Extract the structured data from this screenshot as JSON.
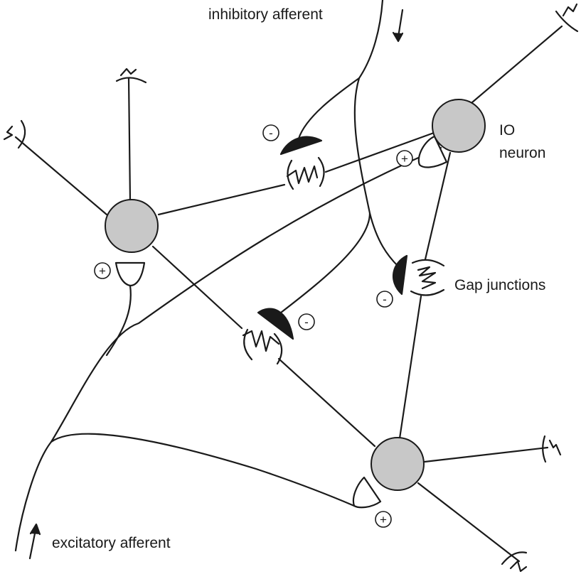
{
  "labels": {
    "inhibitory_afferent": "inhibitory afferent",
    "excitatory_afferent": "excitatory afferent",
    "io_line1": "IO",
    "io_line2": "neuron",
    "gap_junctions": "Gap junctions"
  },
  "signs": {
    "plus": "+",
    "minus": "-"
  },
  "colors": {
    "neuron_fill": "#c8c8c8",
    "line": "#1a1a1a",
    "background": "#ffffff"
  }
}
